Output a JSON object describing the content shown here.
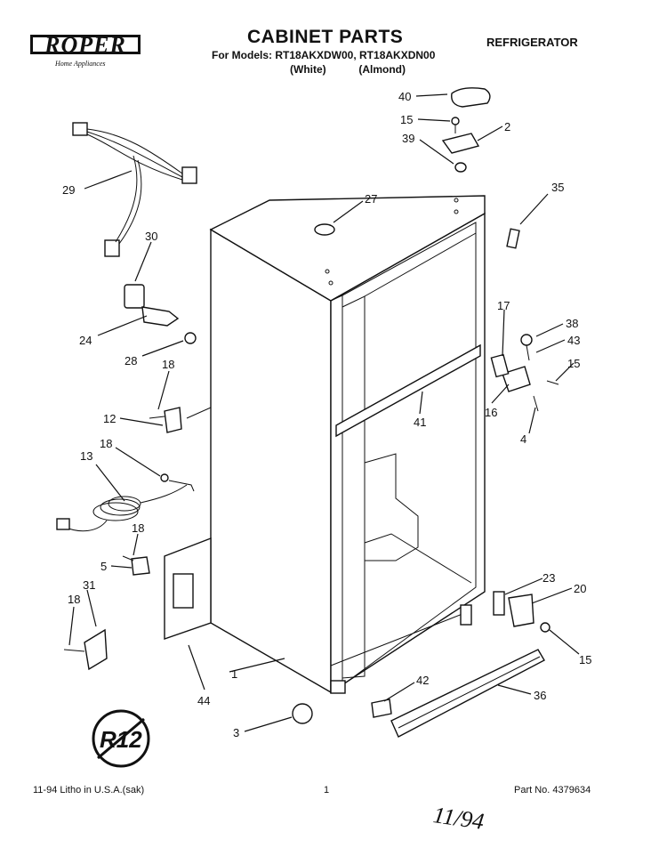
{
  "header": {
    "brand": "ROPER",
    "brand_sub": "Home Appliances",
    "title": "CABINET PARTS",
    "models_line": "For Models: RT18AKXDW00, RT18AKXDN00",
    "color_white": "(White)",
    "color_almond": "(Almond)",
    "category": "REFRIGERATOR"
  },
  "callouts": [
    "40",
    "15",
    "2",
    "39",
    "29",
    "27",
    "35",
    "30",
    "24",
    "28",
    "17",
    "38",
    "43",
    "15",
    "18",
    "12",
    "41",
    "16",
    "4",
    "18",
    "13",
    "18",
    "5",
    "23",
    "20",
    "18",
    "31",
    "15",
    "1",
    "44",
    "42",
    "36",
    "3"
  ],
  "seal": {
    "text": "R12"
  },
  "footer": {
    "left": "11-94  Litho in U.S.A.(sak)",
    "page": "1",
    "part_no": "Part No. 4379634"
  },
  "handwritten_note": "11/94"
}
